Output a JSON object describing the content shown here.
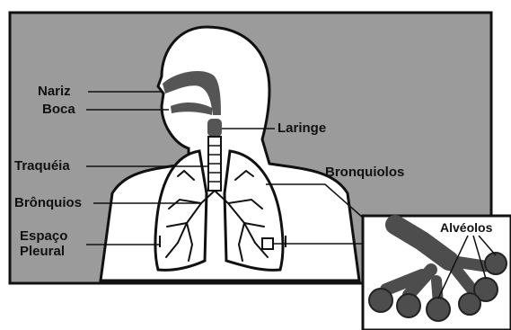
{
  "colors": {
    "panel": "#9b9b9b",
    "panel_border": "#111111",
    "airway": "#555555",
    "outline": "#111111",
    "body_fill": "#ffffff",
    "alveoli": "#4d4d4d"
  },
  "labels": {
    "nariz": "Nariz",
    "boca": "Boca",
    "laringe": "Laringe",
    "traqueia": "Traquéia",
    "bronquios": "Brônquios",
    "bronquiolos": "Bronquiolos",
    "espaco_pleural_1": "Espaço",
    "espaco_pleural_2": "Pleural",
    "alveolos": "Alvéolos"
  }
}
